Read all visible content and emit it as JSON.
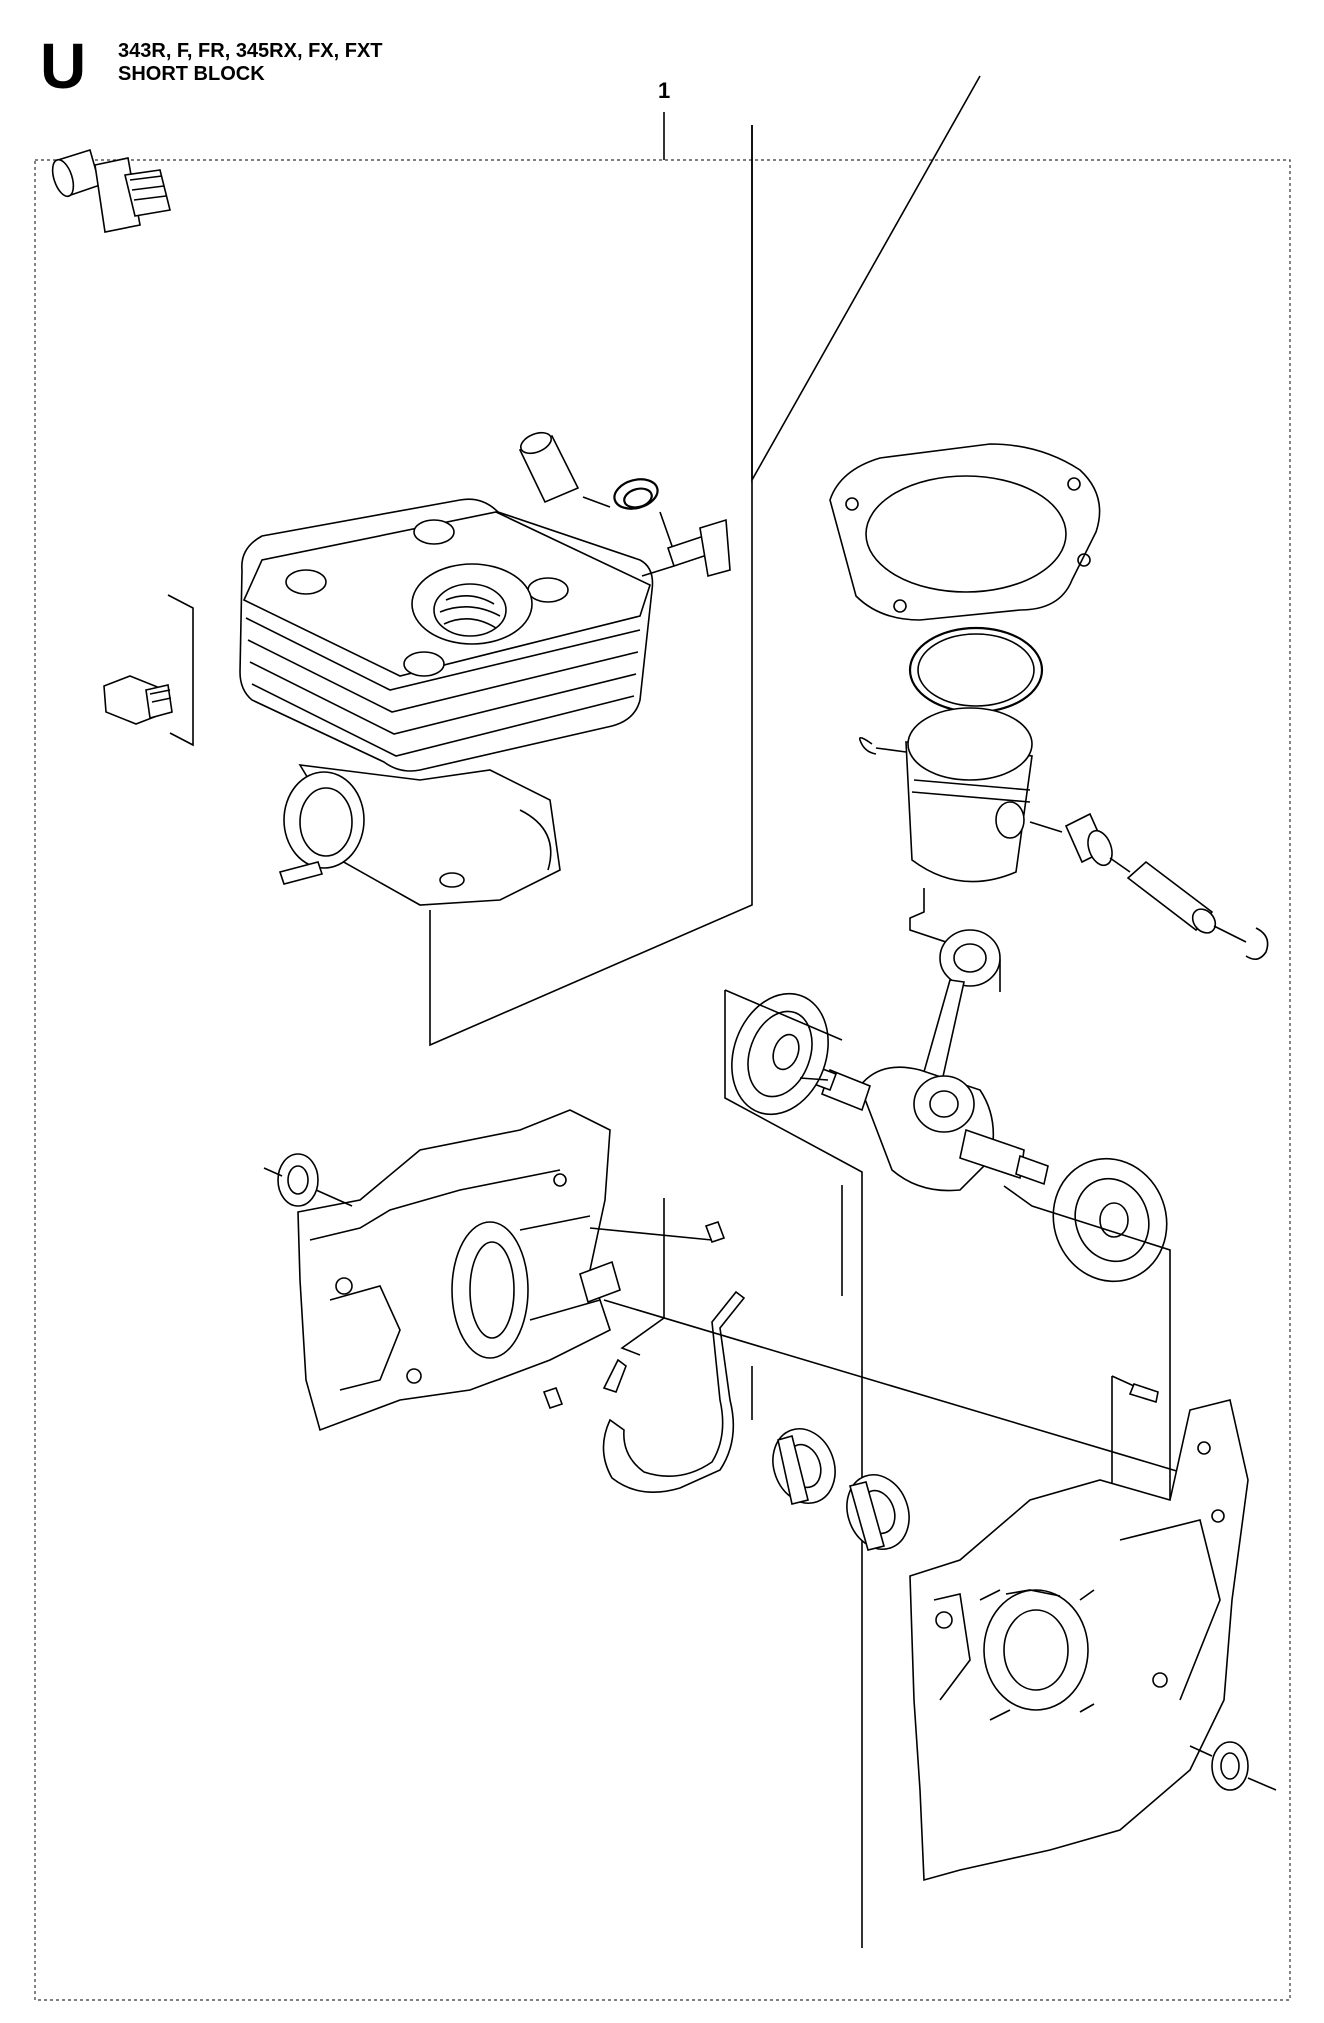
{
  "header": {
    "section_letter": "U",
    "models": "343R, F, FR, 345RX, FX, FXT",
    "subtitle": "SHORT BLOCK"
  },
  "callout": {
    "number": "1"
  }
}
